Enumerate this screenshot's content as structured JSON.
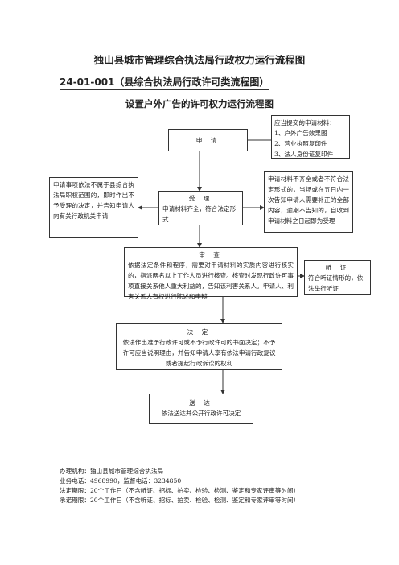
{
  "doc": {
    "title": "独山县城市管理综合执法局行政权力运行流程图",
    "subtitle": "24-01-001（县综合执法局行政许可类流程图）",
    "heading": "设置户外广告的许可权力运行流程图"
  },
  "flow": {
    "apply": {
      "title": "申  请"
    },
    "materials": {
      "heading": "应当提交的申请材料：",
      "items": [
        "1、户外广告效果图",
        "2、营业执照复印件",
        "3、法人身份证复印件"
      ]
    },
    "reject": {
      "text": "申请事项依法不属于县综合执法局职权范围的，即时作出不予受理的决定，并告知申请人向有关行政机关申请"
    },
    "accept": {
      "title": "受  理",
      "text": "申请材料齐全，符合法定形式"
    },
    "incomplete": {
      "text": "申请材料不齐全或者不符合法定形式的，当场或在五日内一次告知申请人需要补正的全部内容，逾期不告知的，自收到申请材料之日起即为受理"
    },
    "review": {
      "title": "审  查",
      "text": "依据法定条件和程序，需要对申请材料的实质内容进行核实的，指派两名以上工作人员进行核查。核查时发现行政许可事项直接关系他人重大利益的，告知该利害关系人。申请人、利害关系人有权进行陈述和申辩"
    },
    "hearing": {
      "title": "听  证",
      "text": "符合听证情形的，依法举行听证"
    },
    "decision": {
      "title": "决  定",
      "text": "依法作出准予行政许可或不予行政许可的书面决定；不予许可应当说明理由，并告知申请人享有依法申请行政复议或者提起行政诉讼的权利"
    },
    "deliver": {
      "title": "送  达",
      "text": "依法送达并公开行政许可决定"
    }
  },
  "footer": {
    "agency": "办理机构：独山县城市管理综合执法局",
    "phone": "业务电话：4968990，监督电话：3234850",
    "legal_limit": "法定期限：20个工作日（不含听证、招标、拍卖、检验、检测、鉴定和专家评审等时间）",
    "promise_limit": "承诺期限：20个工作日（不含听证、招标、拍卖、检验、检测、鉴定和专家评审等时间）"
  }
}
